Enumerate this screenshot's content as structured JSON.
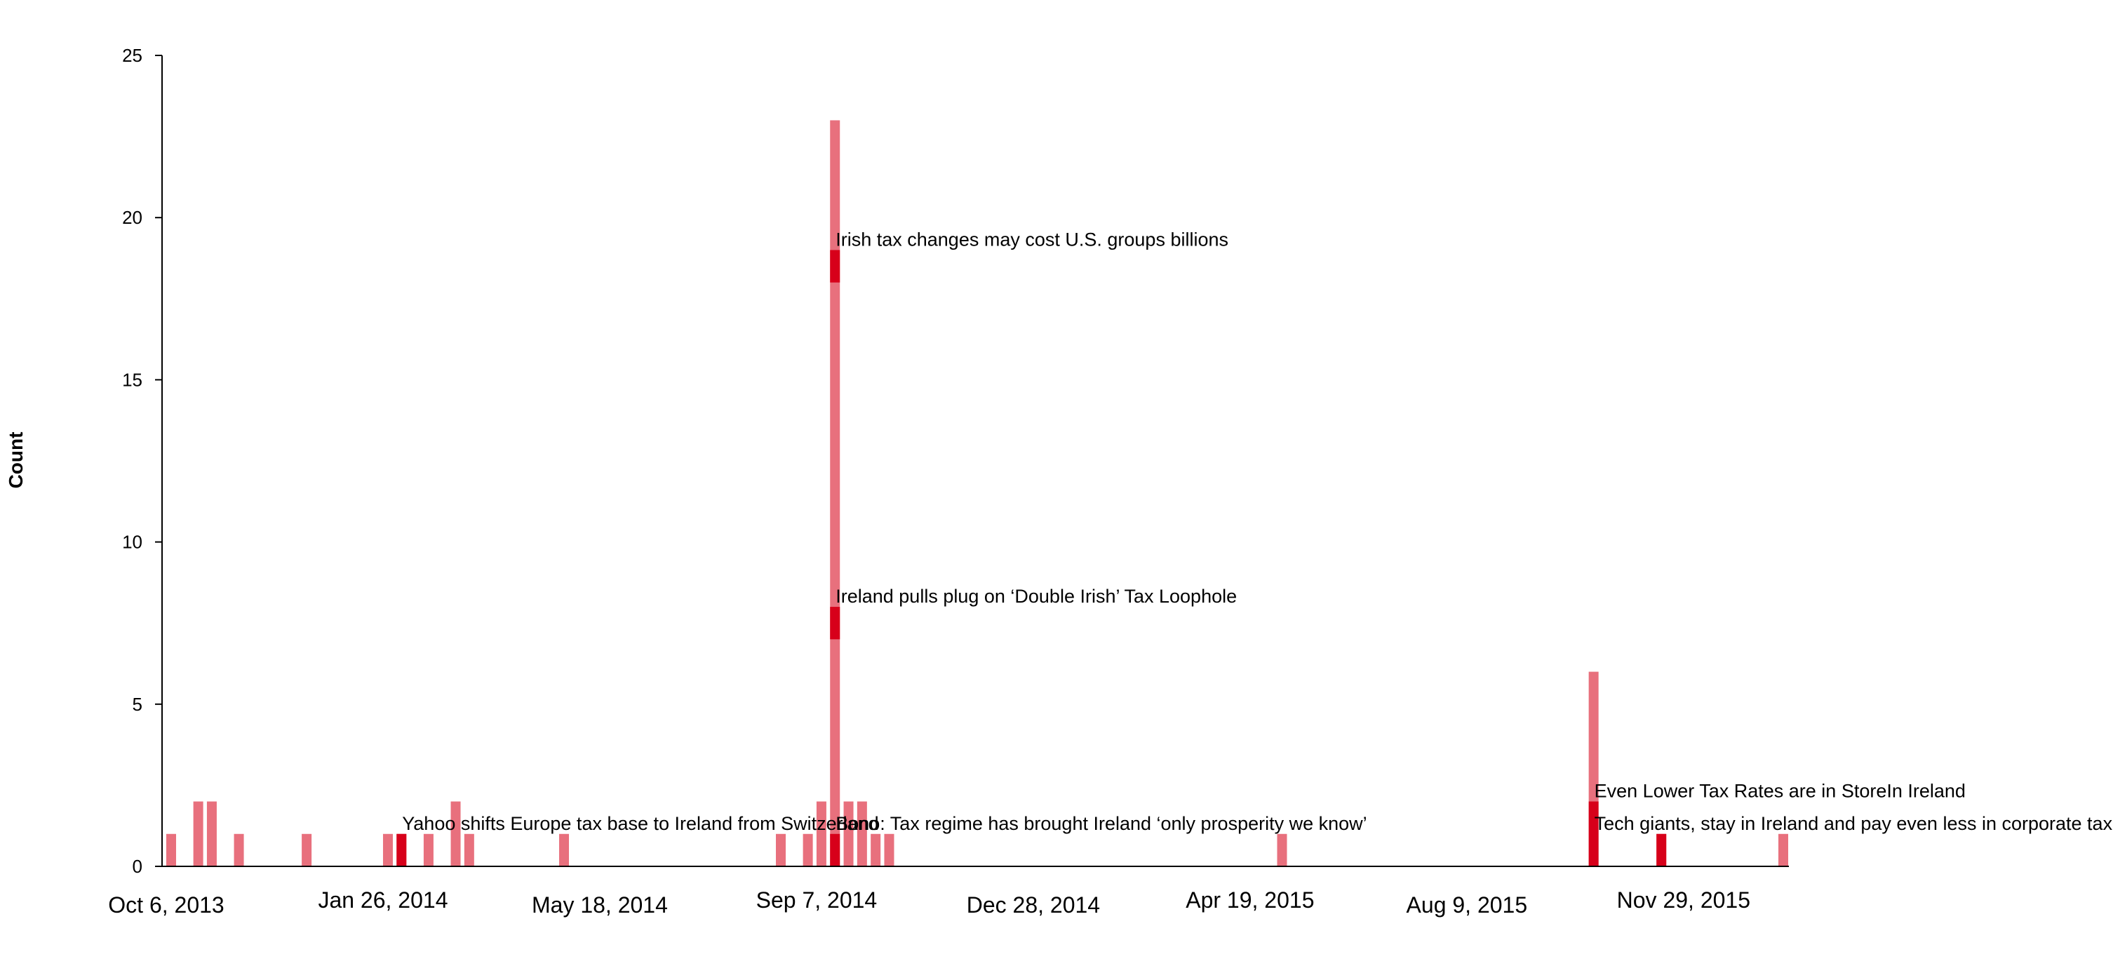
{
  "chart_data": {
    "type": "bar",
    "title": "",
    "xlabel": "",
    "ylabel": "Count",
    "ylim": [
      0,
      25
    ],
    "y_ticks": [
      0,
      5,
      10,
      15,
      20,
      25
    ],
    "x_range": [
      "2013-10-06",
      "2016-01-17"
    ],
    "x_ticks": [
      {
        "date": "2013-10-06",
        "label": "Oct 6, 2013"
      },
      {
        "date": "2014-01-26",
        "label": "Jan 26, 2014"
      },
      {
        "date": "2014-05-18",
        "label": "May 18, 2014"
      },
      {
        "date": "2014-09-07",
        "label": "Sep 7, 2014"
      },
      {
        "date": "2014-12-28",
        "label": "Dec 28, 2014"
      },
      {
        "date": "2015-04-19",
        "label": "Apr 19, 2015"
      },
      {
        "date": "2015-08-09",
        "label": "Aug 9, 2015"
      },
      {
        "date": "2015-11-29",
        "label": "Nov 29, 2015"
      }
    ],
    "series": [
      {
        "color": "#e8707d",
        "bars": [
          {
            "date": "2013-10-06",
            "value": 1
          },
          {
            "date": "2013-10-20",
            "value": 2
          },
          {
            "date": "2013-10-27",
            "value": 2
          },
          {
            "date": "2013-11-10",
            "value": 1
          },
          {
            "date": "2013-12-15",
            "value": 1
          },
          {
            "date": "2014-01-26",
            "value": 1
          },
          {
            "date": "2014-02-02",
            "value": 1
          },
          {
            "date": "2014-02-16",
            "value": 1
          },
          {
            "date": "2014-03-02",
            "value": 2
          },
          {
            "date": "2014-03-09",
            "value": 1
          },
          {
            "date": "2014-04-27",
            "value": 1
          },
          {
            "date": "2014-08-17",
            "value": 1
          },
          {
            "date": "2014-08-31",
            "value": 1
          },
          {
            "date": "2014-09-07",
            "value": 2
          },
          {
            "date": "2014-09-14",
            "value": 23
          },
          {
            "date": "2014-09-21",
            "value": 2
          },
          {
            "date": "2014-09-28",
            "value": 2
          },
          {
            "date": "2014-10-05",
            "value": 1
          },
          {
            "date": "2014-10-12",
            "value": 1
          },
          {
            "date": "2015-05-03",
            "value": 1
          },
          {
            "date": "2015-10-11",
            "value": 6
          },
          {
            "date": "2015-11-15",
            "value": 1
          },
          {
            "date": "2016-01-17",
            "value": 1
          }
        ]
      },
      {
        "color": "#d7001a",
        "bars": [
          {
            "date": "2014-02-02",
            "from": 0,
            "to": 1
          },
          {
            "date": "2014-09-14",
            "from": 0,
            "to": 1
          },
          {
            "date": "2014-09-14",
            "from": 7,
            "to": 8
          },
          {
            "date": "2014-09-14",
            "from": 18,
            "to": 19
          },
          {
            "date": "2015-10-11",
            "from": 0,
            "to": 2
          },
          {
            "date": "2015-11-15",
            "from": 0,
            "to": 1
          }
        ]
      }
    ],
    "annotations": [
      {
        "date": "2014-02-02",
        "y": 1,
        "text": "Yahoo shifts Europe tax base to Ireland from Switzerland"
      },
      {
        "date": "2014-09-14",
        "y": 1,
        "text": "Bono: Tax regime has brought Ireland ‘only prosperity we know’"
      },
      {
        "date": "2014-09-14",
        "y": 8,
        "text": "Ireland pulls plug on ‘Double Irish’ Tax Loophole"
      },
      {
        "date": "2014-09-14",
        "y": 19,
        "text": "Irish tax changes may cost U.S. groups billions"
      },
      {
        "date": "2015-10-11",
        "y": 1,
        "text": "Tech giants, stay in Ireland and pay even less in corporate tax"
      },
      {
        "date": "2015-10-11",
        "y": 2,
        "text": "Even Lower Tax Rates are in StoreIn Ireland"
      }
    ]
  }
}
